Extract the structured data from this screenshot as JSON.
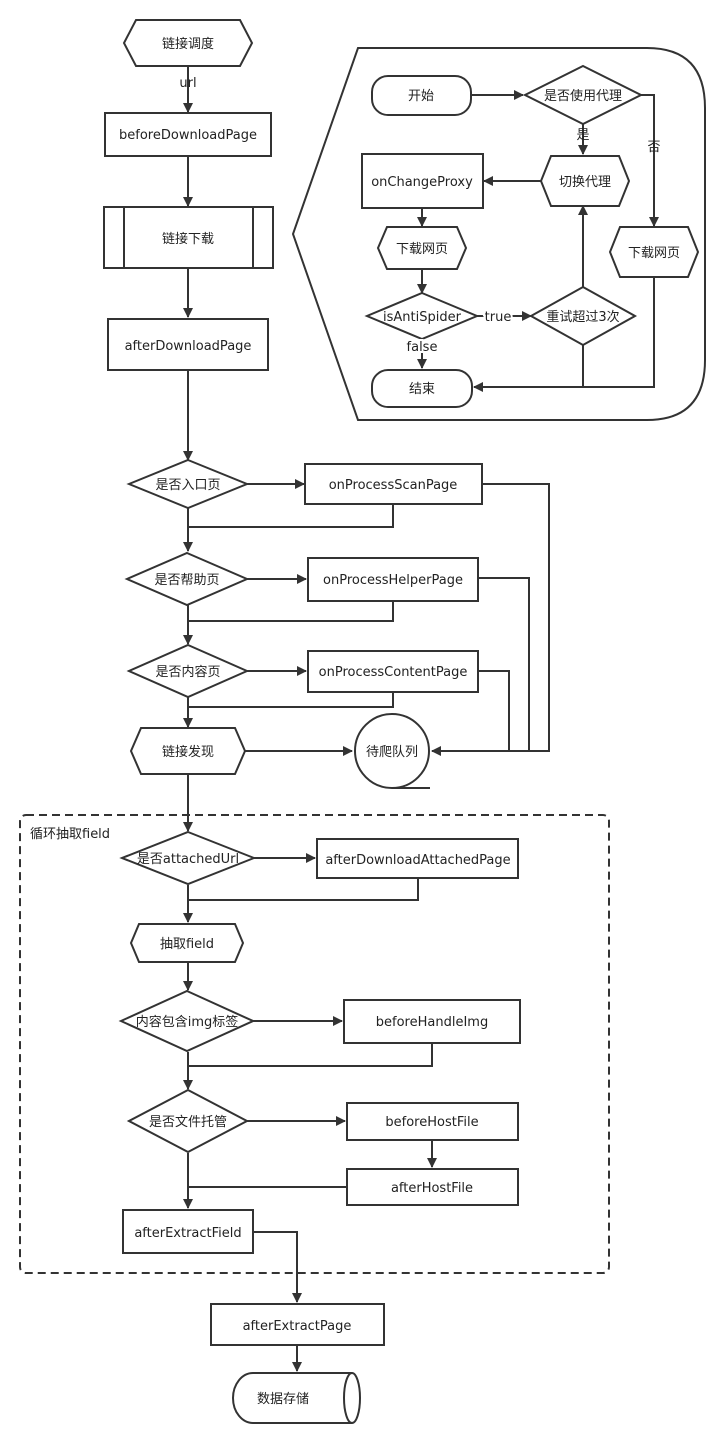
{
  "main": {
    "link_dispatch": "链接调度",
    "url_label": "url",
    "before_download_page": "beforeDownloadPage",
    "link_download": "链接下载",
    "after_download_page": "afterDownloadPage",
    "is_entry_page": "是否入口页",
    "on_process_scan_page": "onProcessScanPage",
    "is_helper_page": "是否帮助页",
    "on_process_helper_page": "onProcessHelperPage",
    "is_content_page": "是否内容页",
    "on_process_content_page": "onProcessContentPage",
    "link_discovery": "链接发现",
    "crawl_queue": "待爬队列",
    "after_extract_page": "afterExtractPage",
    "data_storage": "数据存储"
  },
  "loop": {
    "title": "循环抽取field",
    "is_attached_url": "是否attachedUrl",
    "after_download_attached_page": "afterDownloadAttachedPage",
    "extract_field": "抽取field",
    "contains_img": "内容包含img标签",
    "before_handle_img": "beforeHandleImg",
    "is_file_hosting": "是否文件托管",
    "before_host_file": "beforeHostFile",
    "after_host_file": "afterHostFile",
    "after_extract_field": "afterExtractField"
  },
  "proxy": {
    "start": "开始",
    "use_proxy": "是否使用代理",
    "yes": "是",
    "no": "否",
    "switch_proxy": "切换代理",
    "on_change_proxy": "onChangeProxy",
    "download_page_left": "下载网页",
    "download_page_right": "下载网页",
    "is_anti_spider": "isAntiSpider",
    "true_label": "true",
    "retry": "重试超过3次",
    "false_label": "false",
    "end": "结束"
  }
}
